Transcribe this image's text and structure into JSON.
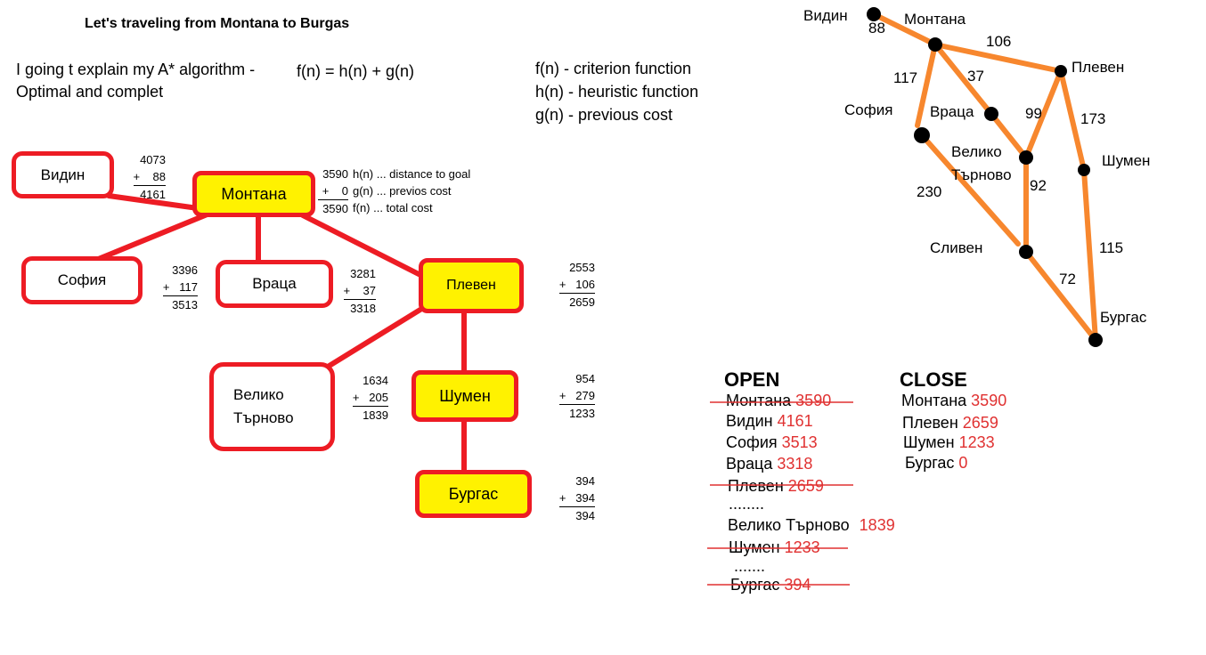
{
  "header": {
    "title": "Let's traveling from Montana to Burgas",
    "intro_line1": "I going t explain my A* algorithm -",
    "intro_line2": "Optimal and complet",
    "formula": "f(n) = h(n) + g(n)"
  },
  "legend": {
    "f": "f(n) - criterion function",
    "h": "h(n) - heuristic function",
    "g": "g(n) - previous cost"
  },
  "tree": {
    "nodes": {
      "vidin": "Видин",
      "montana": "Монтана",
      "sofia": "София",
      "vratsa": "Враца",
      "pleven": "Плевен",
      "veliko_1": "Велико",
      "veliko_2": "Търново",
      "shumen": "Шумен",
      "burgas": "Бургас"
    },
    "highlight_color": "#fff200",
    "border_color": "#ed1c24",
    "calcs": {
      "vidin": {
        "h": "4073",
        "g": "+    88",
        "f": "4161"
      },
      "sofia": {
        "h": "3396",
        "g": "+   117",
        "f": "3513"
      },
      "vratsa": {
        "h": "3281",
        "g": "+    37",
        "f": "3318"
      },
      "pleven": {
        "h": "2553",
        "g": "+   106",
        "f": "2659"
      },
      "veliko": {
        "h": "1634",
        "g": "+   205",
        "f": "1839"
      },
      "shumen": {
        "h": "954",
        "g": "+   279",
        "f": "1233"
      },
      "burgas": {
        "h": "394",
        "g": "+   394",
        "f": "394"
      }
    },
    "montana_note": {
      "h_val": "3590",
      "h_text": "h(n) ... distance to goal",
      "g_val": "+    0",
      "g_text": "g(n) ... previos cost",
      "f_val": "3590",
      "f_text": "f(n)  ... total cost"
    }
  },
  "graph": {
    "edge_color": "#f7872e",
    "cities": {
      "vidin": "Видин",
      "montana": "Монтана",
      "pleven": "Плевен",
      "sofia": "София",
      "vratsa": "Враца",
      "veliko_1": "Велико",
      "veliko_2": "Търново",
      "shumen": "Шумен",
      "sliven": "Сливен",
      "burgas": "Бургас"
    },
    "weights": {
      "vidin_montana": "88",
      "montana_pleven": "106",
      "montana_sofia": "117",
      "montana_vratsa": "37",
      "vratsa_veliko": "99",
      "pleven_shumen": "173",
      "sofia_sliven": "230",
      "veliko_sliven": "92",
      "shumen_burgas": "115",
      "sliven_burgas": "72"
    }
  },
  "open_list": {
    "title": "OPEN",
    "items": [
      {
        "name": "Монтана",
        "value": "3590",
        "struck": true
      },
      {
        "name": "Видин",
        "value": "4161",
        "struck": false
      },
      {
        "name": "София",
        "value": "3513",
        "struck": false
      },
      {
        "name": "Враца",
        "value": "3318",
        "struck": false
      },
      {
        "name": "Плевен",
        "value": "2659",
        "struck": true
      },
      {
        "name": "........",
        "value": "",
        "struck": false
      },
      {
        "name": "Велико Търново",
        "value": "1839",
        "struck": false
      },
      {
        "name": "Шумен",
        "value": "1233",
        "struck": true
      },
      {
        "name": ".......",
        "value": "",
        "struck": false
      },
      {
        "name": "Бургас",
        "value": "394",
        "struck": true
      }
    ]
  },
  "close_list": {
    "title": "CLOSE",
    "items": [
      {
        "name": "Монтана",
        "value": "3590"
      },
      {
        "name": "Плевен",
        "value": "2659"
      },
      {
        "name": "Шумен",
        "value": "1233"
      },
      {
        "name": "Бургас",
        "value": "0"
      }
    ]
  },
  "accent_red": "#e03131"
}
